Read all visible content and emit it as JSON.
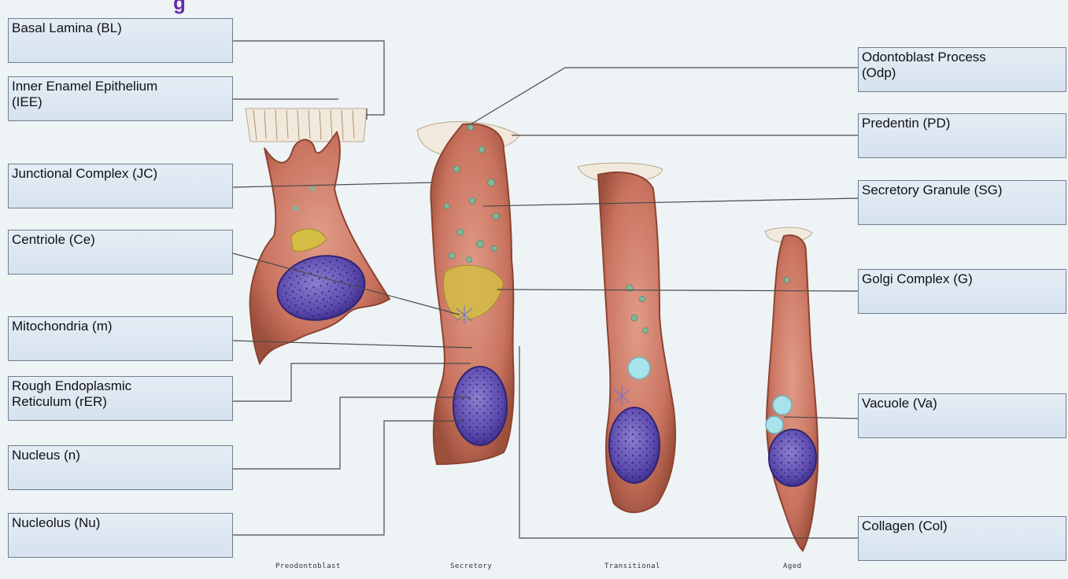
{
  "heading_fragment": "g",
  "colors": {
    "background": "#eef3f6",
    "box_fill": "#dbe6f0",
    "box_border": "#6e7f8e",
    "cell_body": "#c9735f",
    "cell_dark": "#a0523e",
    "nucleus": "#4b3a9a",
    "golgi": "#c8b23a",
    "granule": "#7fb89a",
    "vacuole": "#a8e2ea",
    "heading": "#6a2aa6"
  },
  "labels_left": [
    {
      "text": "Basal Lamina (BL)"
    },
    {
      "text": "Inner Enamel  Epithelium\n(IEE)"
    },
    {
      "text": "Junctional Complex (JC)"
    },
    {
      "text": "Centriole (Ce)"
    },
    {
      "text": "Mitochondria (m)"
    },
    {
      "text": "Rough Endoplasmic\nReticulum (rER)"
    },
    {
      "text": "Nucleus (n)"
    },
    {
      "text": "Nucleolus (Nu)"
    }
  ],
  "labels_right": [
    {
      "text": "Odontoblast Process\n(Odp)"
    },
    {
      "text": "Predentin (PD)"
    },
    {
      "text": "Secretory Granule (SG)"
    },
    {
      "text": "Golgi Complex (G)"
    },
    {
      "text": "Vacuole (Va)"
    },
    {
      "text": "Collagen (Col)"
    }
  ],
  "stages": [
    {
      "caption": "Preodontoblast"
    },
    {
      "caption": "Secretory"
    },
    {
      "caption": "Transitional"
    },
    {
      "caption": "Aged"
    }
  ]
}
